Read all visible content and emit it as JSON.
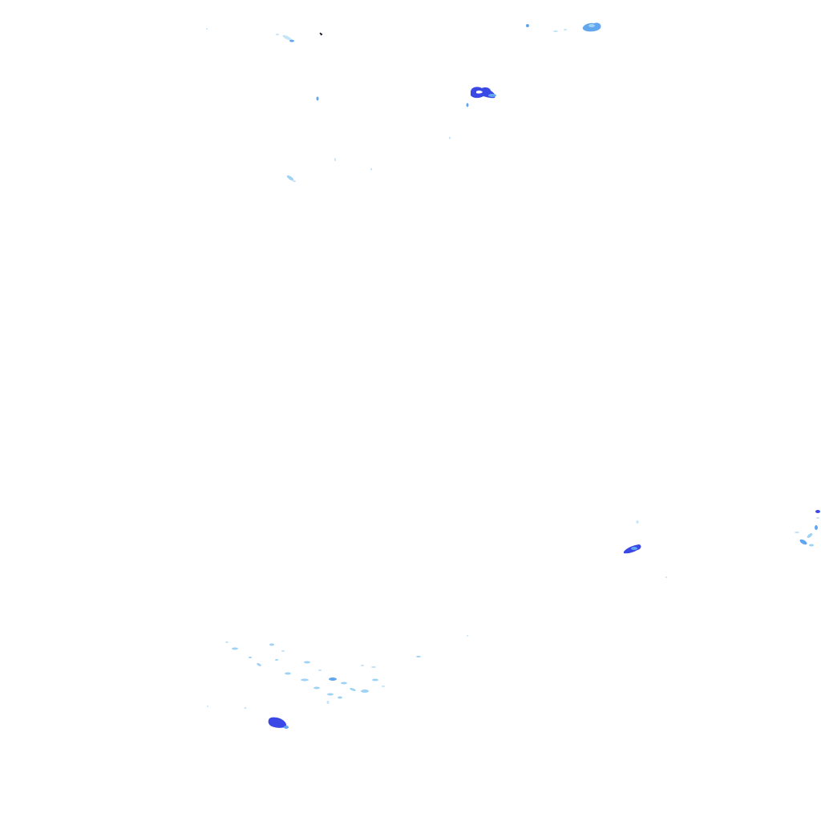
{
  "map": {
    "layer": "precipitation-radar-overlay",
    "background": "#ffffff",
    "palette": {
      "light": "#9fd3f5",
      "medium": "#62a6f0",
      "heavy": "#3a48e6",
      "trace": "#c4e4f8",
      "speck": "#1a1a2e"
    },
    "echo_groups": [
      "echo-cluster-north-west",
      "echo-cell-north-center",
      "echo-cluster-north-east",
      "echo-cell-east-center",
      "echo-cluster-east-edge",
      "echo-band-south-west",
      "echo-cell-south-west"
    ]
  }
}
